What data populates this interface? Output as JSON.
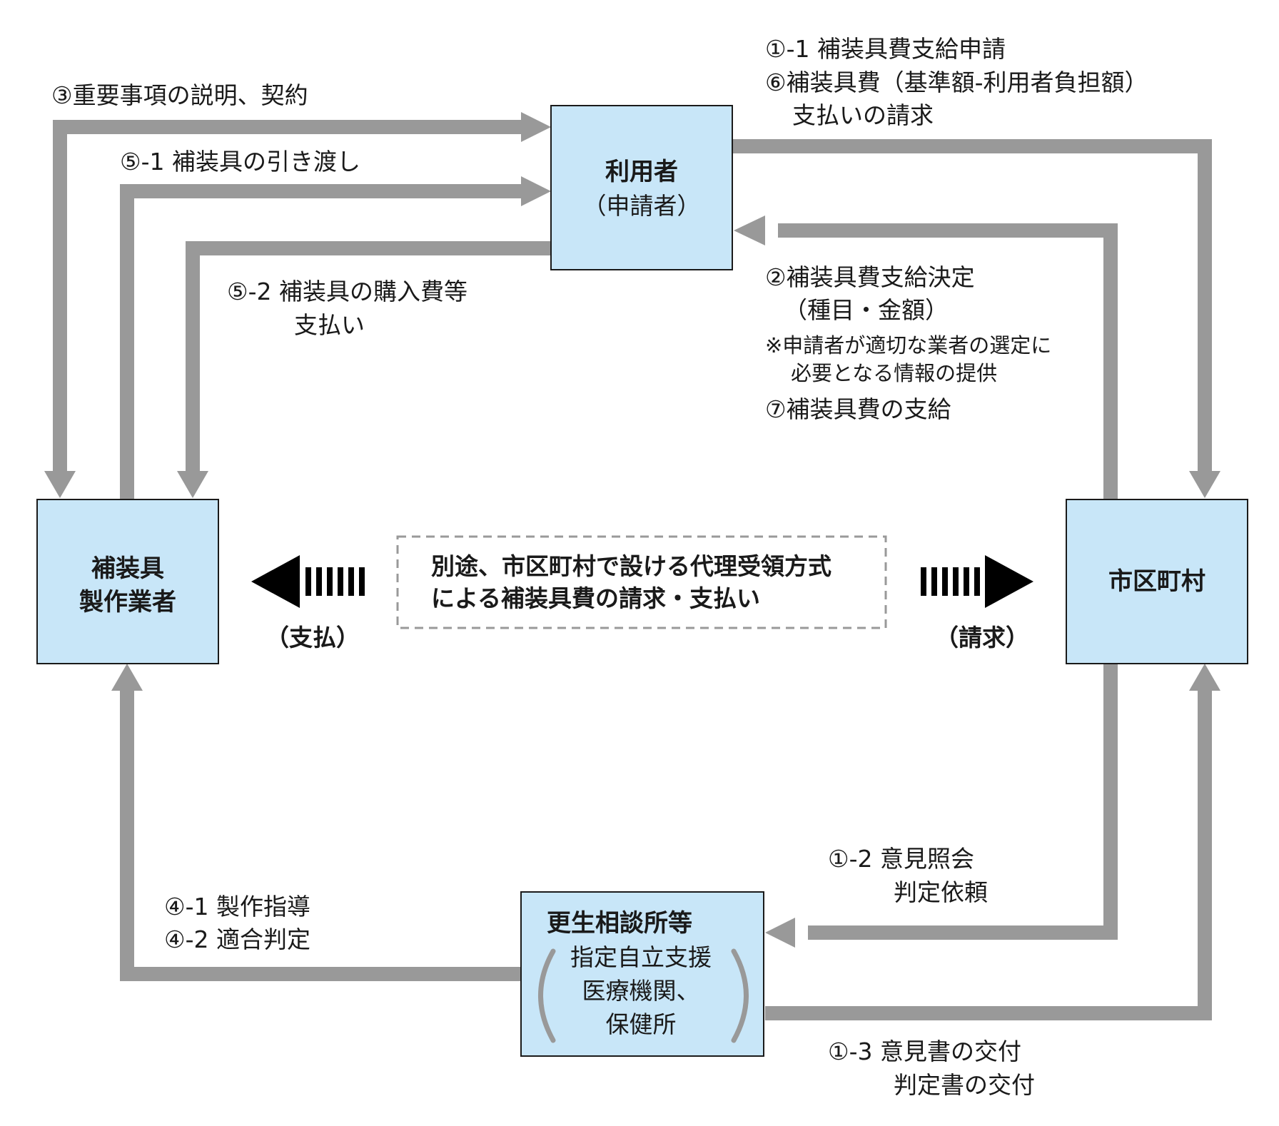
{
  "colors": {
    "box_fill": "#c8e6f8",
    "arrow": "#999999",
    "text": "#1a1a1a",
    "dashed": "#999999"
  },
  "nodes": {
    "user": {
      "title": "利用者",
      "sub": "（申請者）"
    },
    "maker": {
      "line1": "補装具",
      "line2": "製作業者"
    },
    "city": {
      "title": "市区町村"
    },
    "center": {
      "title": "更生相談所等",
      "sub1": "指定自立支援",
      "sub2": "医療機関、",
      "sub3": "保健所"
    }
  },
  "labels": {
    "l11": "①-1 補装具費支給申請",
    "l6a": "⑥補装具費（基準額-利用者負担額）",
    "l6b": "支払いの請求",
    "l3": "③重要事項の説明、契約",
    "l51": "⑤-1 補装具の引き渡し",
    "l52a": "⑤-2 補装具の購入費等",
    "l52b": "支払い",
    "l2a": "②補装具費支給決定",
    "l2b": "（種目・金額）",
    "note1": "※申請者が適切な業者の選定に",
    "note2": "必要となる情報の提供",
    "l7": "⑦補装具費の支給",
    "l12a": "①-2 意見照会",
    "l12b": "判定依頼",
    "l13a": "①-3 意見書の交付",
    "l13b": "判定書の交付",
    "l41": "④-1 製作指導",
    "l42": "④-2 適合判定",
    "proxy1": "別途、市区町村で設ける代理受領方式",
    "proxy2": "による補装具費の請求・支払い",
    "pay": "（支払）",
    "claim": "（請求）"
  }
}
